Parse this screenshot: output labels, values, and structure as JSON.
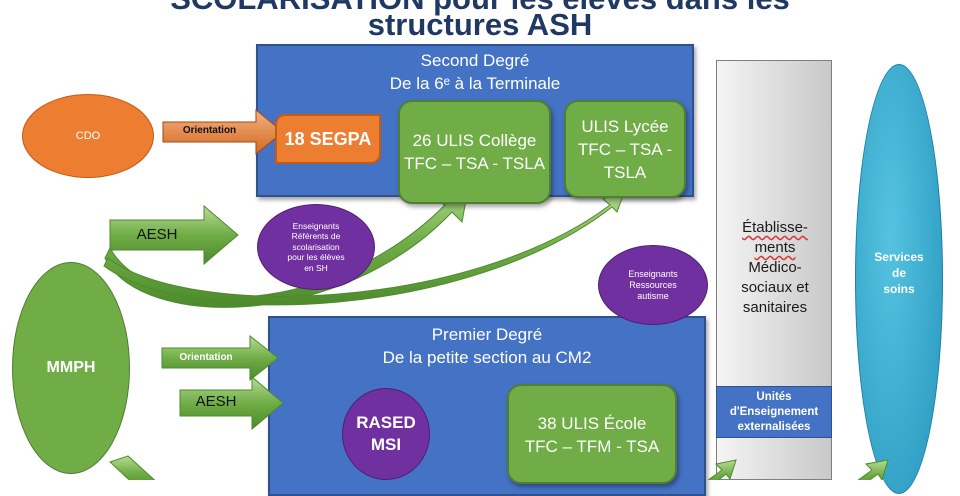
{
  "title": {
    "line1": "SCOLARISATION pour les élèves dans les",
    "line2": "structures ASH"
  },
  "second_degre": {
    "title": "Second Degré",
    "subtitle": "De la 6ᵉ à la Terminale",
    "segpa": "18 SEGPA",
    "ulis_college_line1": "26 ULIS Collège",
    "ulis_college_line2": "TFC – TSA - TSLA",
    "ulis_lycee_line1": "ULIS Lycée",
    "ulis_lycee_line2": "TFC – TSA -",
    "ulis_lycee_line3": "TSLA"
  },
  "premier_degre": {
    "title": "Premier Degré",
    "subtitle": "De la petite section au CM2",
    "rased_line1": "RASED",
    "rased_line2": "MSI",
    "ulis_ecole_line1": "38 ULIS École",
    "ulis_ecole_line2": "TFC – TFM - TSA"
  },
  "cdo": "CDO",
  "mmph": "MMPH",
  "arrows": {
    "orientation_top": "Orientation",
    "aesh_top": "AESH",
    "orientation_bottom": "Orientation",
    "aesh_bottom": "AESH"
  },
  "enseignants_referents": {
    "line1": "Enseignants",
    "line2": "Référents de",
    "line3": "scolarisation",
    "line4": "pour les élèves",
    "line5": "en SH"
  },
  "enseignants_ressources": {
    "line1": "Enseignants",
    "line2": "Ressources",
    "line3": "autisme"
  },
  "etablissements": {
    "line1": "Établisse-",
    "line2": "ments",
    "line3": "Médico-",
    "line4": "sociaux et",
    "line5": "sanitaires"
  },
  "unites": {
    "line1": "Unités",
    "line2": "d'Enseignement",
    "line3": "externalisées"
  },
  "services_soins": {
    "line1": "Services",
    "line2": "de",
    "line3": "soins"
  },
  "colors": {
    "blue": "#4472c4",
    "green": "#70ad47",
    "orange": "#ed7d31",
    "purple": "#7030a0",
    "cyan": "#2fa8cc",
    "title": "#1f3864"
  }
}
